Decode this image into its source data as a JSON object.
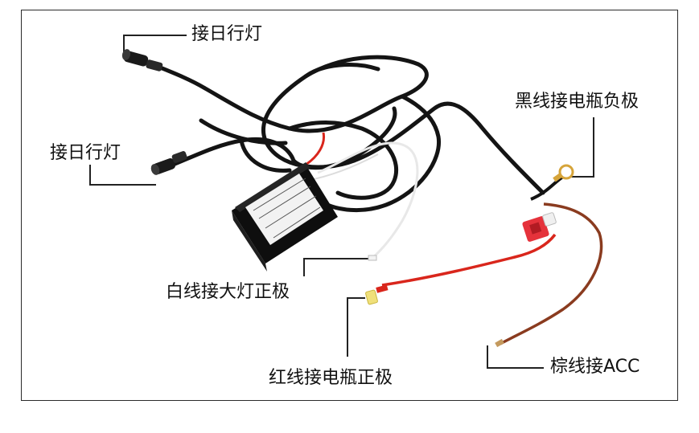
{
  "labels": {
    "drl_top": "接日行灯",
    "drl_left": "接日行灯",
    "black_wire": "黑线接电瓶负极",
    "white_wire": "白线接大灯正极",
    "red_wire": "红线接电瓶正极",
    "brown_wire": "棕线接ACC"
  },
  "colors": {
    "frame": "#2a2a2a",
    "black_wire": "#141414",
    "red_wire": "#d9261c",
    "brown_wire": "#8a3b1f",
    "white_wire": "#e8e8e8",
    "fuse": "#e5323b"
  }
}
